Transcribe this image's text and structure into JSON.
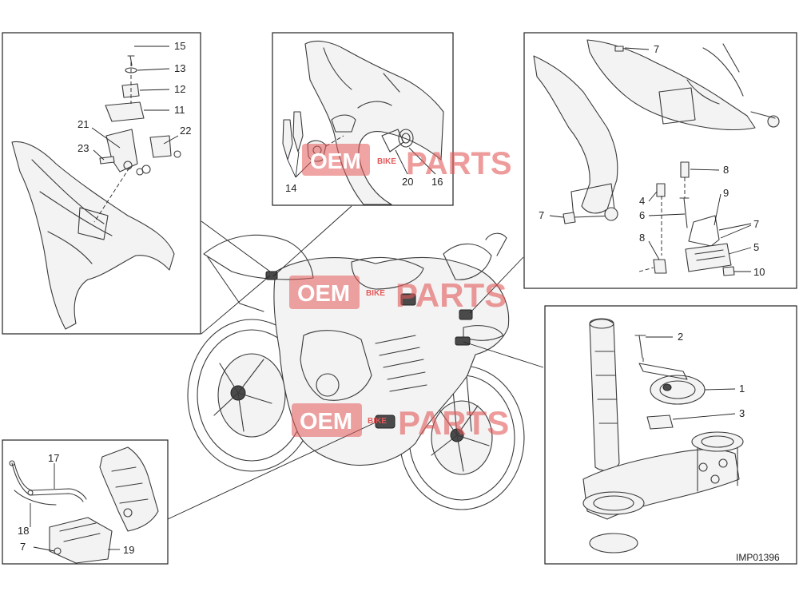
{
  "diagram": {
    "drawing_code": "IMP01396",
    "watermark": {
      "main": "OEM",
      "small": "BIKE",
      "tail": "PARTS"
    },
    "panels": {
      "top_left": {
        "callouts": [
          "15",
          "13",
          "12",
          "11",
          "21",
          "22",
          "23"
        ]
      },
      "top_center": {
        "callouts": [
          "14",
          "20",
          "16"
        ]
      },
      "top_right": {
        "callouts": [
          "7",
          "8",
          "4",
          "6",
          "9",
          "7",
          "7",
          "5",
          "8",
          "10"
        ]
      },
      "bottom_right": {
        "callouts": [
          "2",
          "1",
          "3"
        ]
      },
      "bottom_left": {
        "callouts": [
          "17",
          "18",
          "7",
          "19"
        ]
      }
    }
  }
}
